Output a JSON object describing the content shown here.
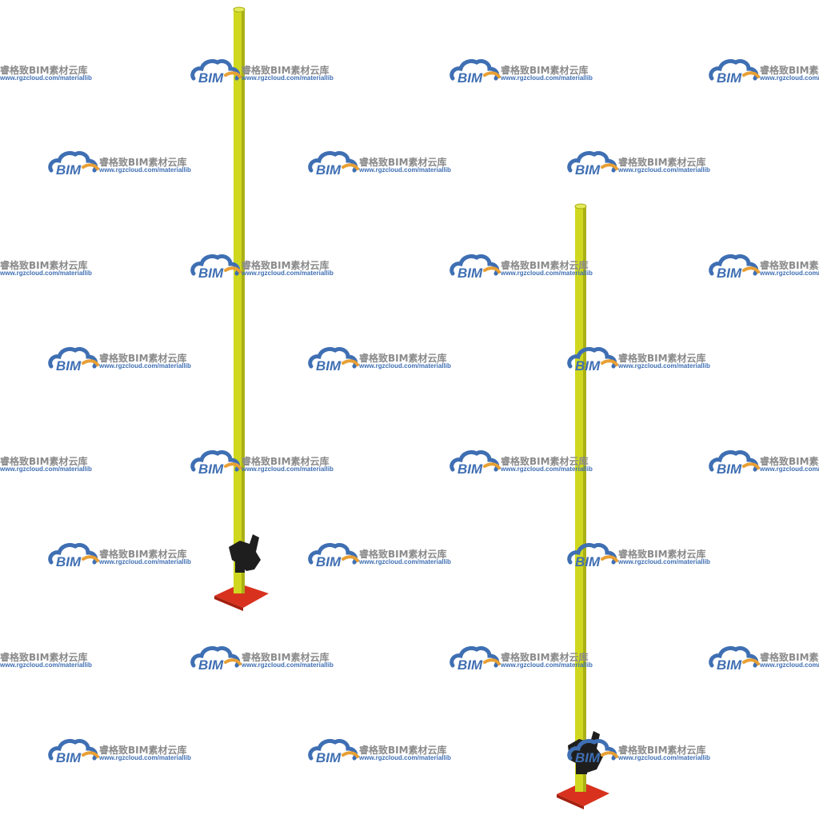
{
  "watermark": {
    "logo_text": "BIM",
    "brand_text": "睿格致BIM素材云库",
    "url_text": "www.rgzcloud.com/materiallib",
    "logo_color": "#3f6fb3",
    "accent_color": "#e8a035",
    "text_color": "#8a8a8a"
  },
  "objects": [
    {
      "name": "pole-left",
      "pole_color": "#cfd81f",
      "clamp_color": "#1e1e1e",
      "base_color": "#d8321e"
    },
    {
      "name": "pole-right",
      "pole_color": "#cfd81f",
      "clamp_color": "#1e1e1e",
      "base_color": "#d8321e"
    }
  ]
}
